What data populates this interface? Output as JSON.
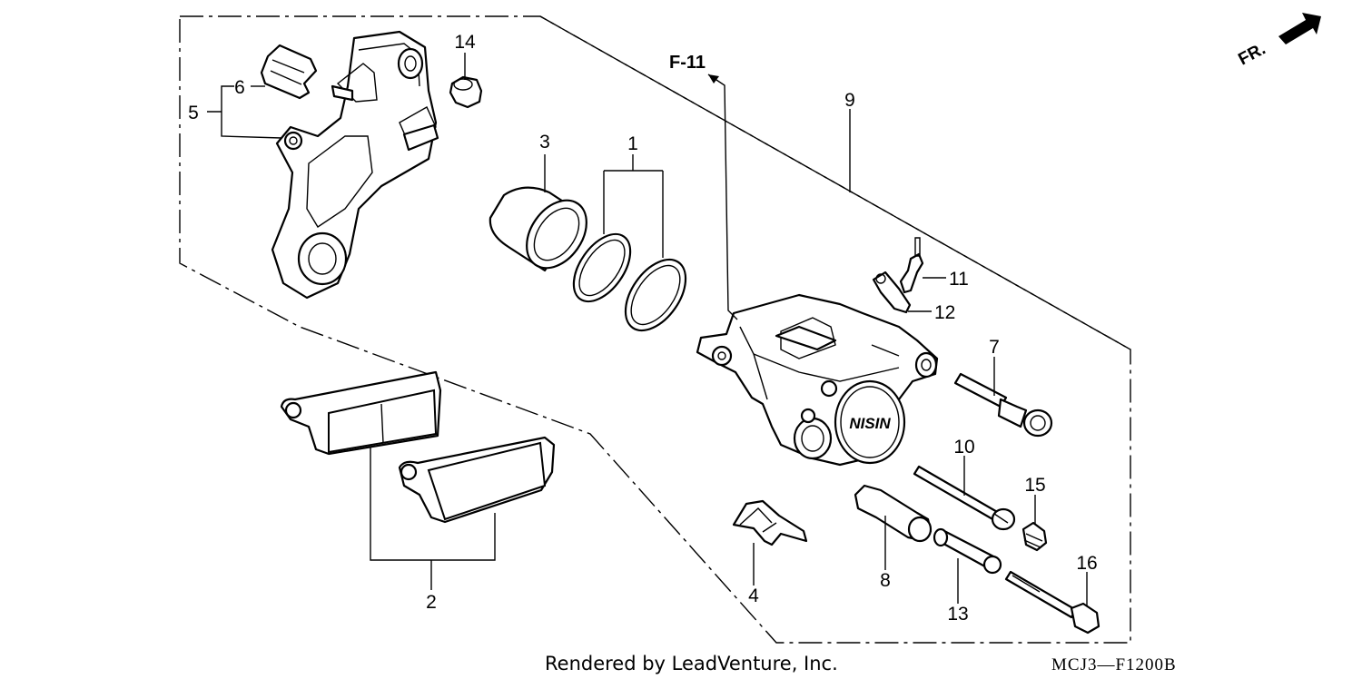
{
  "callouts": {
    "c1": "1",
    "c2": "2",
    "c3": "3",
    "c4": "4",
    "c5": "5",
    "c6": "6",
    "c7": "7",
    "c8": "8",
    "c9": "9",
    "c10": "10",
    "c11": "11",
    "c12": "12",
    "c13": "13",
    "c14": "14",
    "c15": "15",
    "c16": "16"
  },
  "reference": "F-11",
  "front_label": "FR.",
  "footer": {
    "credit": "Rendered by LeadVenture, Inc.",
    "code": "MCJ3—F1200B"
  },
  "caliper_logo": "NISIN"
}
